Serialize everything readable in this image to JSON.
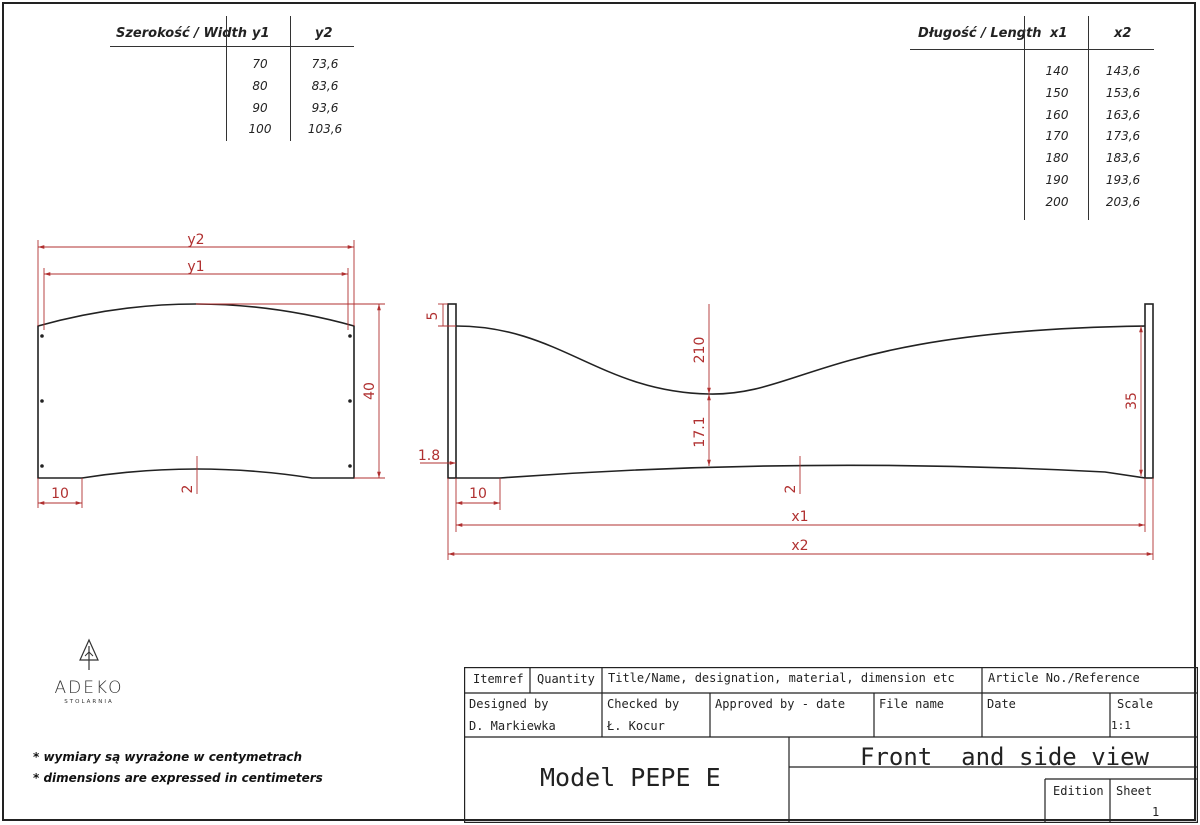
{
  "width_table": {
    "header": "Szerokość / Width",
    "col1_header": "y1",
    "col2_header": "y2",
    "y1": [
      "70",
      "80",
      "90",
      "100"
    ],
    "y2": [
      "73,6",
      "83,6",
      "93,6",
      "103,6"
    ]
  },
  "length_table": {
    "header": "Długość / Length",
    "col1_header": "x1",
    "col2_header": "x2",
    "x1": [
      "140",
      "150",
      "160",
      "170",
      "180",
      "190",
      "200"
    ],
    "x2": [
      "143,6",
      "153,6",
      "163,6",
      "173,6",
      "183,6",
      "193,6",
      "203,6"
    ]
  },
  "front_view": {
    "dim_y2": "y2",
    "dim_y1": "y1",
    "dim_height": "40",
    "dim_foot": "10",
    "dim_arc": "2"
  },
  "side_view": {
    "dim_top": "5",
    "dim_dip": "210",
    "dim_mid": "17.1",
    "dim_bottom": "1.8",
    "dim_right": "35",
    "dim_foot": "10",
    "dim_arc": "2",
    "dim_x1": "x1",
    "dim_x2": "x2"
  },
  "colors": {
    "dimension": "#b03030",
    "outline": "#222222"
  },
  "logo": {
    "brand": "ADEKO",
    "subtitle": "STOLARNIA",
    "icon": "tree-icon"
  },
  "notes": {
    "line1": "* wymiary są wyrażone w centymetrach",
    "line2": "* dimensions are expressed in centimeters"
  },
  "title_block": {
    "itemref": "Itemref",
    "quantity": "Quantity",
    "title_name": "Title/Name, designation, material, dimension etc",
    "article": "Article No./Reference",
    "designed_by_label": "Designed by",
    "designed_by": "D. Markiewka",
    "checked_by_label": "Checked by",
    "checked_by": "Ł. Kocur",
    "approved_label": "Approved by - date",
    "file_name_label": "File name",
    "date_label": "Date",
    "scale_label": "Scale",
    "scale": "1:1",
    "model": "Model PEPE E",
    "view_title": "Front  and side view",
    "edition_label": "Edition",
    "sheet_label": "Sheet",
    "sheet": "1"
  }
}
